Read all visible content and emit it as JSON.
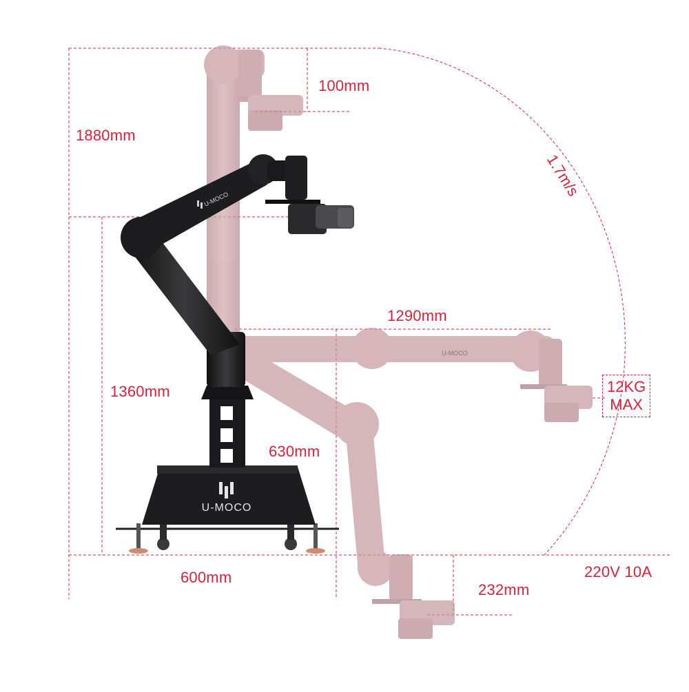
{
  "dimensions": {
    "top_offset": "100mm",
    "total_height": "1880mm",
    "speed": "1.7m/s",
    "reach": "1290mm",
    "base_height": "1360mm",
    "column_height": "630mm",
    "payload_line1": "12KG",
    "payload_line2": "MAX",
    "base_width": "600mm",
    "power": "220V 10A",
    "bottom_offset": "232mm"
  },
  "brand": {
    "name": "U-MOCO"
  },
  "colors": {
    "accent": "#d8213a",
    "robot": "#1c1c1e",
    "ghost": "#c9a0a6"
  }
}
